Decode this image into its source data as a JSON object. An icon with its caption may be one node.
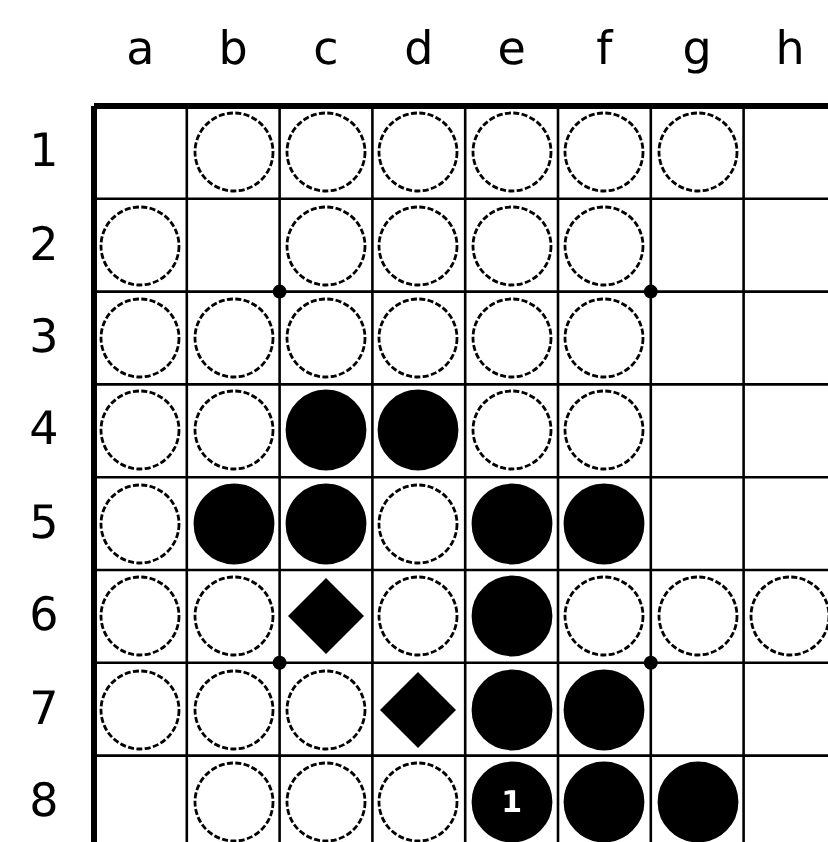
{
  "diagram": {
    "nodes": [
      {
        "text": [],
        "shape": "circle"
      },
      {
        "text": [],
        "shape": "circle"
      },
      {
        "text": [],
        "shape": "circle"
      },
      {
        "text": [],
        "shape": "circle"
      },
      {
        "text": [],
        "shape": "circle"
      },
      {
        "text": [],
        "shape": "circle"
      },
      {
        "text": [],
        "shape": "circle"
      },
      {
        "text": [],
        "shape": "circle"
      },
      {
        "text": [],
        "shape": "circle"
      },
      {
        "text": [],
        "shape": "circle"
      },
      {
        "text": [],
        "shape": "circle"
      },
      {
        "text": [],
        "shape": "circle"
      },
      {
        "text": [],
        "shape": "circle"
      },
      {
        "text": [],
        "shape": "circle"
      },
      {
        "text": [],
        "shape": "circle"
      },
      {
        "text": [],
        "shape": "circle"
      },
      {
        "text": [],
        "shape": "circle"
      },
      {
        "text": [],
        "shape": "circle"
      },
      {
        "text": [],
        "shape": "circle"
      },
      {
        "text": [],
        "shape": "circle"
      },
      {
        "text": [],
        "shape": "circle"
      },
      {
        "text": [],
        "shape": "circle"
      },
      {
        "text": [],
        "shape": "circle"
      },
      {
        "text": [],
        "shape": "circle"
      },
      {
        "text": [],
        "shape": "circle"
      },
      {
        "text": [],
        "shape": "circle"
      },
      {
        "text": [],
        "shape": "circle"
      },
      {
        "text": [],
        "shape": "circle"
      },
      {
        "text": [],
        "shape": "circle"
      },
      {
        "text": [],
        "shape": "circle"
      },
      {
        "text": [],
        "shape": "circle"
      },
      {
        "text": [],
        "shape": "diamond"
      },
      {
        "text": [],
        "shape": "circle"
      },
      {
        "text": [],
        "shape": "circle"
      },
      {
        "text": [],
        "shape": "circle"
      },
      {
        "text": [],
        "shape": "circle"
      },
      {
        "text": [],
        "shape": "circle"
      },
      {
        "text": [],
        "shape": "circle"
      },
      {
        "text": [],
        "shape": "circle"
      },
      {
        "text": [],
        "shape": "circle"
      },
      {
        "text": [],
        "shape": "diamond"
      },
      {
        "text": [],
        "shape": "circle"
      },
      {
        "text": [],
        "shape": "circle"
      },
      {
        "text": [],
        "shape": "circle"
      },
      {
        "text": [],
        "shape": "circle"
      },
      {
        "text": [],
        "shape": "circle"
      },
      {
        "text": [
          "1"
        ]
      },
      {
        "text": [],
        "shape": "circle"
      },
      {
        "text": [],
        "shape": "circle"
      }
    ],
    "labels": [
      "a",
      "b",
      "c",
      "d",
      "e",
      "f",
      "g",
      "h",
      "1",
      "2",
      "3",
      "4",
      "5",
      "6",
      "7",
      "8"
    ]
  }
}
